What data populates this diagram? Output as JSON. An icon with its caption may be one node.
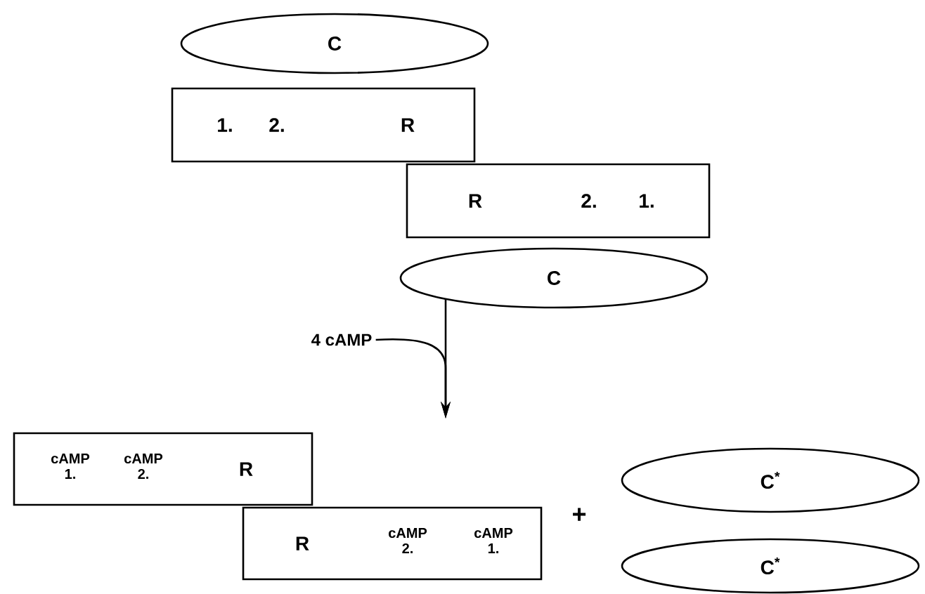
{
  "diagram": {
    "nodes": [
      {
        "text": [
          "C"
        ]
      },
      {
        "text": [
          "1.",
          "2.",
          "R"
        ]
      },
      {
        "text": [
          "R",
          "2.",
          "1."
        ]
      },
      {
        "text": [
          "C"
        ]
      },
      {
        "text": [
          "4 cAMP"
        ]
      },
      {
        "text": [
          "cAMP 1.",
          "cAMP 2.",
          "R"
        ]
      },
      {
        "text": [
          "R",
          "cAMP 2.",
          "cAMP 1."
        ]
      },
      {
        "text": [
          "C$^{*}$"
        ]
      },
      {
        "text": [
          "C$^{*}$"
        ]
      }
    ],
    "edges": [
      {
        "from": 3,
        "to": null,
        "arrow": "to"
      },
      {
        "from": 4,
        "to": null,
        "arrow": "to"
      }
    ],
    "labels": [
      "+"
    ]
  }
}
